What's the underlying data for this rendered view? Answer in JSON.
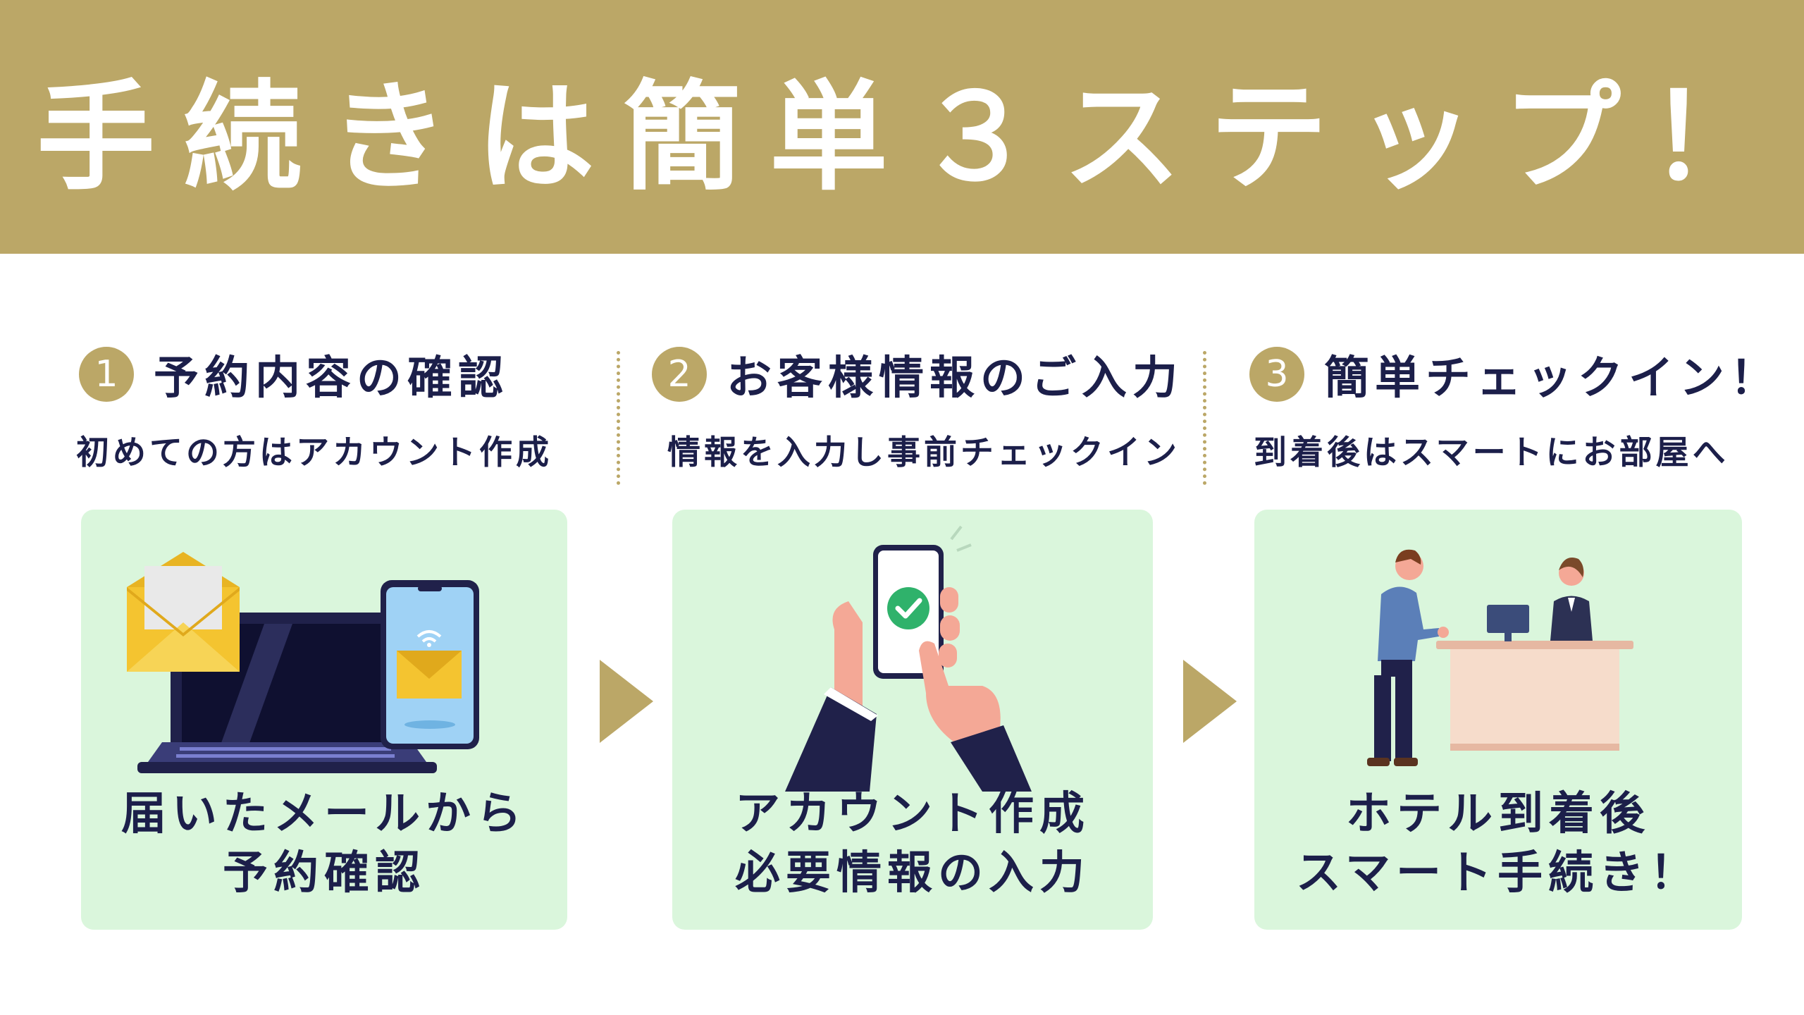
{
  "banner": {
    "title": "手続きは簡単３ステップ！"
  },
  "steps": [
    {
      "number": "1",
      "title": "予約内容の確認",
      "subtitle": "初めての方はアカウント作成",
      "card_text": [
        "届いたメールから",
        "予約確認"
      ],
      "illustration": "laptop-phone-mail-icon"
    },
    {
      "number": "2",
      "title": "お客様情報のご入力",
      "subtitle": "情報を入力し事前チェックイン",
      "card_text": [
        "アカウント作成",
        "必要情報の入力"
      ],
      "illustration": "smartphone-check-icon"
    },
    {
      "number": "3",
      "title": "簡単チェックイン！",
      "subtitle": "到着後はスマートにお部屋へ",
      "card_text": [
        "ホテル到着後",
        "スマート手続き！"
      ],
      "illustration": "hotel-front-desk-icon"
    }
  ],
  "colors": {
    "gold": "#bba767",
    "navy": "#1c1f4a",
    "card_bg": "#daf6dc",
    "white": "#ffffff"
  }
}
